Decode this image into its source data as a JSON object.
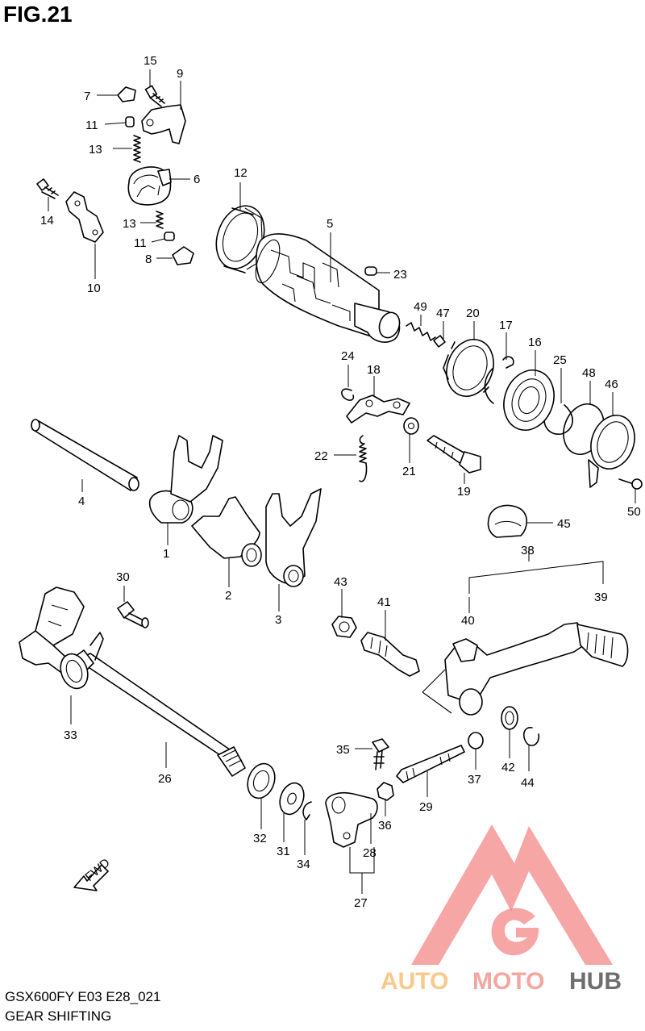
{
  "figure": {
    "title": "FIG.21"
  },
  "footer": {
    "model": "GSX600FY E03 E28_021",
    "name": "GEAR SHIFTING"
  },
  "fwd_label": "FWD",
  "watermark": {
    "part1": "AUTO",
    "part2": "MOTO",
    "part3": "HUB",
    "colors": {
      "light": "#f7c98a",
      "accent": "#f4a6a0",
      "dark": "#6e6e6e",
      "logo": "#f26b6b"
    }
  },
  "callouts": [
    {
      "id": "15",
      "text": "15"
    },
    {
      "id": "9",
      "text": "9"
    },
    {
      "id": "7",
      "text": "7"
    },
    {
      "id": "11a",
      "text": "11"
    },
    {
      "id": "13a",
      "text": "13"
    },
    {
      "id": "6",
      "text": "6"
    },
    {
      "id": "12",
      "text": "12"
    },
    {
      "id": "14",
      "text": "14"
    },
    {
      "id": "13b",
      "text": "13"
    },
    {
      "id": "11b",
      "text": "11"
    },
    {
      "id": "8",
      "text": "8"
    },
    {
      "id": "10",
      "text": "10"
    },
    {
      "id": "5",
      "text": "5"
    },
    {
      "id": "23",
      "text": "23"
    },
    {
      "id": "49",
      "text": "49"
    },
    {
      "id": "47",
      "text": "47"
    },
    {
      "id": "20",
      "text": "20"
    },
    {
      "id": "17",
      "text": "17"
    },
    {
      "id": "16",
      "text": "16"
    },
    {
      "id": "25",
      "text": "25"
    },
    {
      "id": "48",
      "text": "48"
    },
    {
      "id": "46",
      "text": "46"
    },
    {
      "id": "24",
      "text": "24"
    },
    {
      "id": "18",
      "text": "18"
    },
    {
      "id": "22",
      "text": "22"
    },
    {
      "id": "21",
      "text": "21"
    },
    {
      "id": "19",
      "text": "19"
    },
    {
      "id": "50",
      "text": "50"
    },
    {
      "id": "45",
      "text": "45"
    },
    {
      "id": "4",
      "text": "4"
    },
    {
      "id": "1",
      "text": "1"
    },
    {
      "id": "2",
      "text": "2"
    },
    {
      "id": "3",
      "text": "3"
    },
    {
      "id": "38",
      "text": "38"
    },
    {
      "id": "39",
      "text": "39"
    },
    {
      "id": "40",
      "text": "40"
    },
    {
      "id": "30",
      "text": "30"
    },
    {
      "id": "43",
      "text": "43"
    },
    {
      "id": "41",
      "text": "41"
    },
    {
      "id": "33",
      "text": "33"
    },
    {
      "id": "26",
      "text": "26"
    },
    {
      "id": "35",
      "text": "35"
    },
    {
      "id": "37",
      "text": "37"
    },
    {
      "id": "42",
      "text": "42"
    },
    {
      "id": "44",
      "text": "44"
    },
    {
      "id": "29",
      "text": "29"
    },
    {
      "id": "36",
      "text": "36"
    },
    {
      "id": "32",
      "text": "32"
    },
    {
      "id": "31",
      "text": "31"
    },
    {
      "id": "34",
      "text": "34"
    },
    {
      "id": "28",
      "text": "28"
    },
    {
      "id": "27",
      "text": "27"
    }
  ]
}
